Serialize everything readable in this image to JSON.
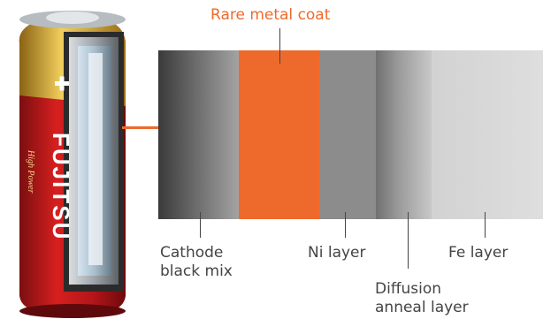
{
  "diagram": {
    "title": "Rare metal coat",
    "battery": {
      "brand": "FUJITSU",
      "subtext": "High Power",
      "plus_sign": "+"
    },
    "layers": [
      {
        "id": "cathode",
        "label_line1": "Cathode",
        "label_line2": "black mix"
      },
      {
        "id": "coat",
        "label": "Rare metal coat"
      },
      {
        "id": "ni",
        "label": "Ni layer"
      },
      {
        "id": "diffusion",
        "label_line1": "Diffusion",
        "label_line2": "anneal layer"
      },
      {
        "id": "fe",
        "label": "Fe layer"
      }
    ]
  },
  "colors": {
    "accent": "#ee6a2c",
    "label_text": "#444444",
    "battery_red": "#c4161c",
    "battery_gold": "#d8a92a"
  }
}
